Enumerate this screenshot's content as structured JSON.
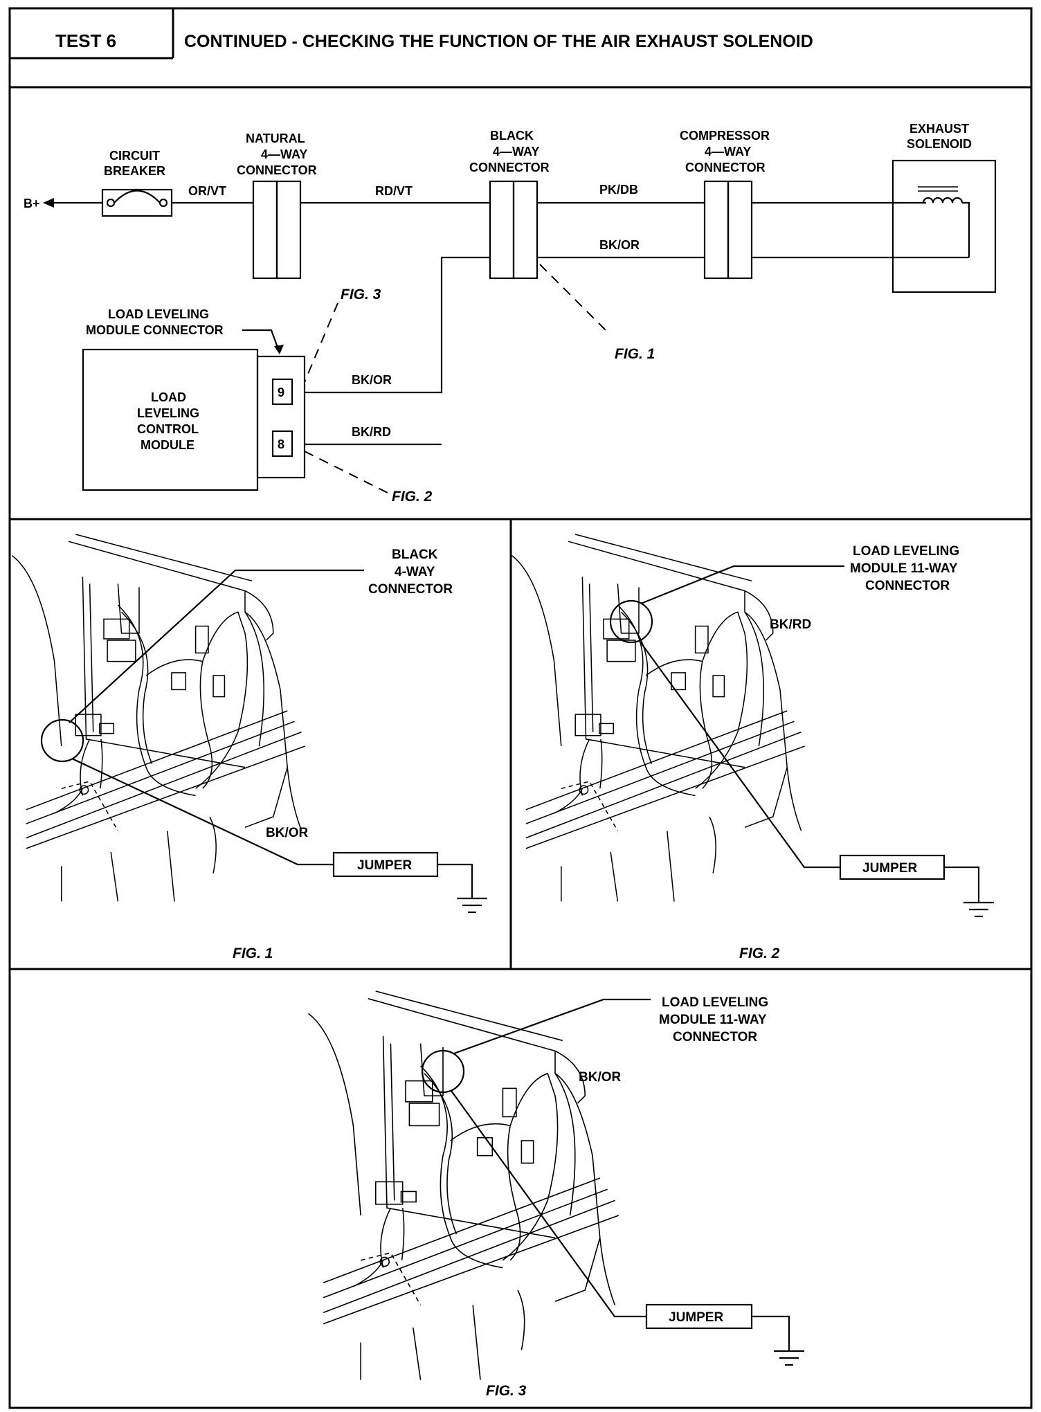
{
  "header": {
    "test_label": "TEST 6",
    "title": "CONTINUED -  CHECKING THE FUNCTION OF THE AIR EXHAUST SOLENOID"
  },
  "schematic": {
    "battery": "B+",
    "circuit_breaker": [
      "CIRCUIT",
      "BREAKER"
    ],
    "natural_connector": [
      "NATURAL",
      "4—WAY",
      "CONNECTOR"
    ],
    "black_connector": [
      "BLACK",
      "4—WAY",
      "CONNECTOR"
    ],
    "compressor_connector": [
      "COMPRESSOR",
      "4—WAY",
      "CONNECTOR"
    ],
    "exhaust_solenoid": [
      "EXHAUST",
      "SOLENOID"
    ],
    "module_connector": [
      "LOAD  LEVELING",
      "MODULE  CONNECTOR"
    ],
    "module": [
      "LOAD",
      "LEVELING",
      "CONTROL",
      "MODULE"
    ],
    "pin_9": "9",
    "pin_8": "8",
    "wires": {
      "or_vt": "OR/VT",
      "rd_vt": "RD/VT",
      "pk_db": "PK/DB",
      "bk_or_top": "BK/OR",
      "bk_or_module": "BK/OR",
      "bk_rd": "BK/RD"
    },
    "fig_refs": {
      "fig1": "FIG. 1",
      "fig2": "FIG. 2",
      "fig3": "FIG. 3"
    }
  },
  "figures": [
    {
      "id": "fig1",
      "callout": [
        "BLACK",
        "4-WAY",
        "CONNECTOR"
      ],
      "wire": "BK/OR",
      "jumper": "JUMPER",
      "caption": "FIG. 1"
    },
    {
      "id": "fig2",
      "callout": [
        "LOAD LEVELING",
        "MODULE 11-WAY",
        "CONNECTOR"
      ],
      "wire": "BK/RD",
      "jumper": "JUMPER",
      "caption": "FIG. 2"
    },
    {
      "id": "fig3",
      "callout": [
        "LOAD LEVELING",
        "MODULE 11-WAY",
        "CONNECTOR"
      ],
      "wire": "BK/OR",
      "jumper": "JUMPER",
      "caption": "FIG. 3"
    }
  ]
}
